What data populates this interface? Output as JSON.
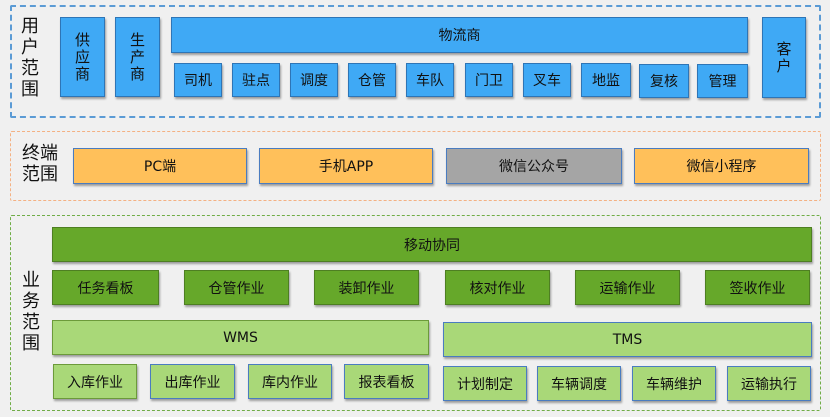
{
  "user_scope": {
    "label": "用户范围",
    "supplier": "供应商",
    "producer": "生产商",
    "logistics": "物流商",
    "logistics_roles": [
      "司机",
      "驻点",
      "调度",
      "仓管",
      "车队",
      "门卫",
      "叉车",
      "地监",
      "复核",
      "管理"
    ],
    "customer": "客户"
  },
  "terminal_scope": {
    "label": "终端范围",
    "items": [
      "PC端",
      "手机APP",
      "微信公众号",
      "微信小程序"
    ]
  },
  "business_scope": {
    "label": "业务范围",
    "mobile": "移动协同",
    "mobile_items": [
      "任务看板",
      "仓管作业",
      "装卸作业",
      "核对作业",
      "运输作业",
      "签收作业"
    ],
    "wms": "WMS",
    "wms_items": [
      "入库作业",
      "出库作业",
      "库内作业",
      "报表看板"
    ],
    "tms": "TMS",
    "tms_items": [
      "计划制定",
      "车辆调度",
      "车辆维护",
      "运输执行"
    ]
  },
  "colors": {
    "user_blue": "#3fa9f5",
    "terminal_orange": "#ffc05a",
    "terminal_gray": "#a5a5a5",
    "dark_green": "#66a82a",
    "light_green": "#a9d878"
  }
}
